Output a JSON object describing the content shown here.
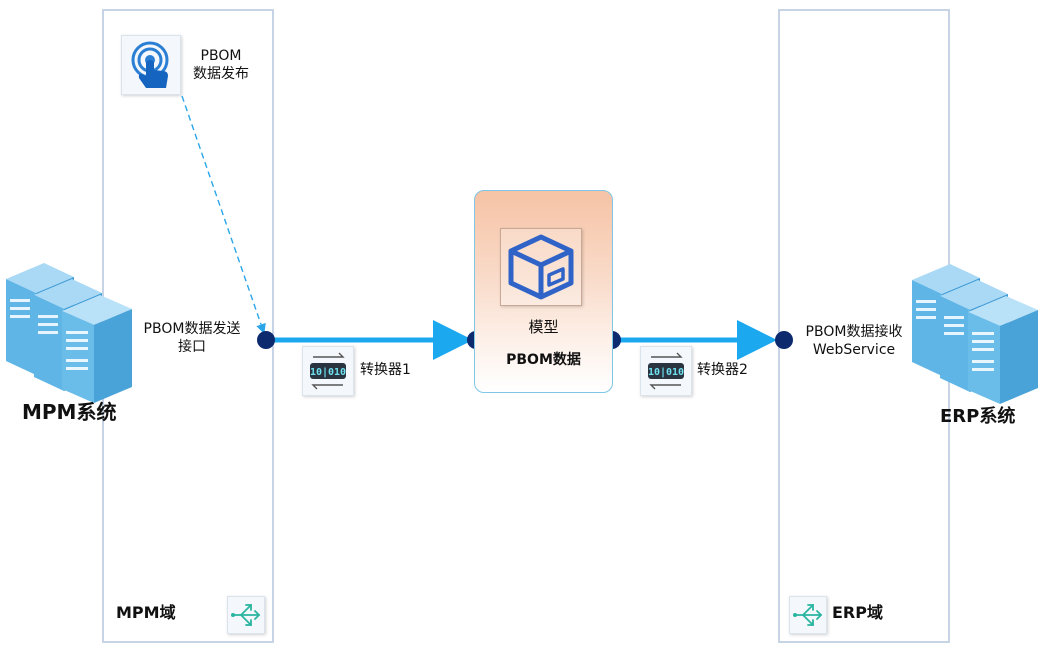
{
  "mpm_system": {
    "label": "MPM系统"
  },
  "erp_system": {
    "label": "ERP系统"
  },
  "mpm_domain": {
    "label": "MPM域"
  },
  "erp_domain": {
    "label": "ERP域"
  },
  "publish": {
    "line1": "PBOM",
    "line2": "数据发布"
  },
  "send_interface": {
    "line1": "PBOM数据发送",
    "line2": "接口"
  },
  "receive_interface": {
    "line1": "PBOM数据接收",
    "line2": "WebService"
  },
  "converter1": {
    "label": "转换器1"
  },
  "converter2": {
    "label": "转换器2"
  },
  "model": {
    "title": "模型",
    "subtitle": "PBOM数据"
  },
  "colors": {
    "domain_border": "#c6d4e6",
    "arrow": "#1ba8ee",
    "node": "#0d2a6e",
    "server": "#4aa3d8",
    "dashed_link": "#2aa6e8"
  },
  "icons": [
    "touch-icon",
    "server-icon",
    "converter-icon",
    "model-cube-icon",
    "network-icon"
  ]
}
